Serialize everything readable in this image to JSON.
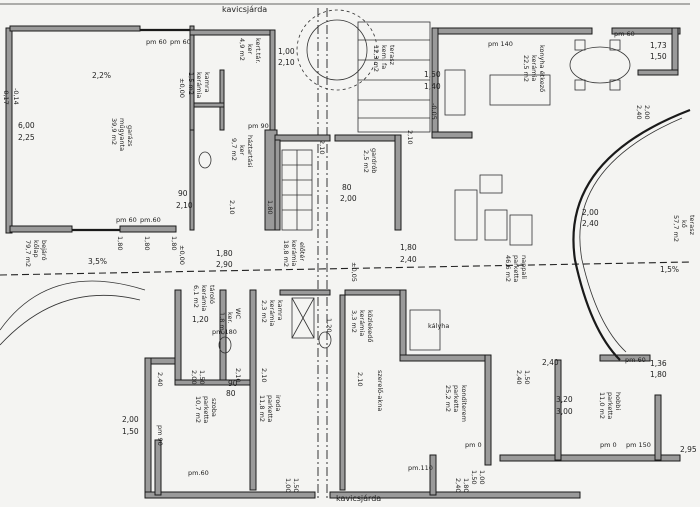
{
  "plan": {
    "labels": {
      "kavicsjarda_top": "kavicsjárda",
      "kavicsjarda_bottom": "kavicsjárda",
      "slope_garage": "2,2%",
      "slope_entrance": "3,5%",
      "slope_right": "1,5%",
      "kalyha": "kályha",
      "szerelo_akna": "szerelő-akna",
      "pm60_a": "pm 60",
      "pm60_b": "pm 60",
      "pm60_c": "pm 60",
      "pm60_d": "pm.60",
      "pm60_e": "pm 60",
      "pm60_f": "pm 60",
      "pm60_g": "pm.60",
      "pm90_a": "pm 90",
      "pm90_b": "pm 90",
      "pm140": "pm 140",
      "pm110": "pm.110",
      "pm150": "pm 150",
      "pm180": "pm 180",
      "pm0_a": "pm 0",
      "pm0_b": "pm 0"
    },
    "rooms": {
      "garazs": [
        "garázs",
        "műgyanta",
        "39,9 m2"
      ],
      "kamra": [
        "kamra",
        "kerámia",
        "1,5 m2"
      ],
      "kert_tar": [
        "kert.tár.",
        "ker",
        "4,9 m2"
      ],
      "haztartasi": [
        "háztartási",
        "ker",
        "9,7 m2"
      ],
      "terasz_top": [
        "terasz",
        "kem. fa",
        "12,3 m2"
      ],
      "konyha": [
        "konyha étkező",
        "kerámia",
        "22,5 m2"
      ],
      "gardrob": [
        "gardrób",
        "2,5 m2"
      ],
      "eloter": [
        "előtér",
        "kerámia",
        "18,8 m2"
      ],
      "bejaro": [
        "bejáró",
        "kőlap",
        "79,7 m2"
      ],
      "tarolo": [
        "tároló",
        "kerámia",
        "6,1 m2"
      ],
      "wc": [
        "WC",
        "ker.",
        "1,8 m2"
      ],
      "kamra2": [
        "kamra",
        "kerámia",
        "2,3 m2"
      ],
      "kozlekedo": [
        "közlekedő",
        "kerámia",
        "3,3 m2"
      ],
      "nappali": [
        "nappali",
        "parketta",
        "46,6 m2"
      ],
      "terasz_right": [
        "terasz",
        "kő",
        "57,7 m2"
      ],
      "szoba_left": [
        "szoba",
        "parketta",
        "10,7 m2"
      ],
      "iroda": [
        "iroda",
        "parketta",
        "11,8 m2"
      ],
      "konditerem": [
        "konditerem",
        "parketta",
        "25,2 m2"
      ],
      "hobbi": [
        "hobbi",
        "parketta",
        "11,0 m2"
      ]
    },
    "dims": {
      "d1": "1,00",
      "d2": "2,10",
      "d3": "1,50",
      "d4": "1,40",
      "d5": "-0,05",
      "d6": "1,73",
      "d7": "1,50",
      "d8": "2,00",
      "d9": "2,40",
      "d10": "6,00",
      "d11": "2,25",
      "d12": "-0,14",
      "d13": "-0,17",
      "d14": "±0,00",
      "d15": "90",
      "d16": "2,10",
      "d17": "2,10",
      "d18": "80",
      "d19": "2,00",
      "d20": "2,10",
      "d21": "1,80",
      "d22": "2,90",
      "d23": "1,80",
      "d24": "2,40",
      "d25": "±0,00",
      "d26": "±0,05",
      "d27": "2,00",
      "d28": "2,40",
      "d29": "1,80",
      "d30": "1,80",
      "d31": "1,80",
      "d32": "1,20",
      "d33": "1,20",
      "d34": "2,10",
      "d35": "2,40",
      "d36": "1,50",
      "d37": "2,40",
      "d38": "3,20",
      "d39": "3,00",
      "d40": "1,36",
      "d41": "1,80",
      "d42": "2,95",
      "d43": "2,00",
      "d44": "1,50",
      "d45": "2,40",
      "d46": "1,50",
      "d47": "2,00",
      "d48": "1,00",
      "d49": "1,50",
      "d50": "80",
      "d51": "90",
      "d52": "2,10",
      "d53": "2,10",
      "d54": "1,50",
      "d55": "1,00",
      "d56": "2,40",
      "d57": "1,80",
      "d58": "2,10",
      "d59": "1,80"
    }
  }
}
